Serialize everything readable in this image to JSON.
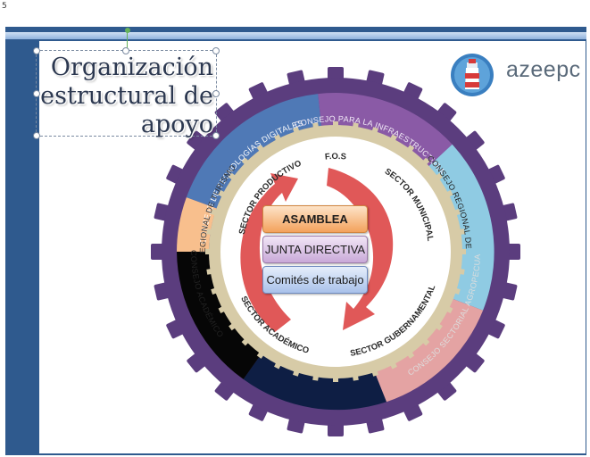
{
  "corner_digit": "5",
  "title": {
    "line1": "Organización",
    "line2": "estructural de",
    "line3": "apoyo"
  },
  "logo": {
    "text": "azeepc"
  },
  "colors": {
    "gear": "#5b3d7e",
    "turismo": "#f8bf8d",
    "tecnologias": "#4f79b6",
    "infraestructura": "#8a5aa6",
    "energia": "#8fcbe3",
    "academico_outer": "#e4a3a3",
    "central": "#0e1e44",
    "agropecuario": "#060606",
    "tan_ring": "#d7cba7",
    "arrow": "#e05858"
  },
  "outer_sectors": {
    "tecnologias": "CONSEJO DE TECNOLOGÍAS DIGITALES",
    "infraestructura": "CONSEJO PARA LA INFRAESTRUCTURA",
    "energia": "CONSEJO REGIONAL DE ENERGÍA",
    "academico": "CONSEJO ACADÉMICO",
    "agropecuario": "CONSEJO SECTORIAL AGROPECUARIO",
    "turismo": "CONSEJO REGIONAL DE TURISMO"
  },
  "inner_labels": {
    "fos": "F.O.S",
    "productivo": "SECTOR PRODUCTIVO",
    "municipal": "SECTOR MUNICIPAL",
    "academico": "SECTOR ACADÉMICO",
    "gubernamental": "SECTOR GUBERNAMENTAL"
  },
  "center_boxes": {
    "asamblea": "ASAMBLEA",
    "junta": "JUNTA DIRECTIVA",
    "comites": "Comités de trabajo"
  }
}
